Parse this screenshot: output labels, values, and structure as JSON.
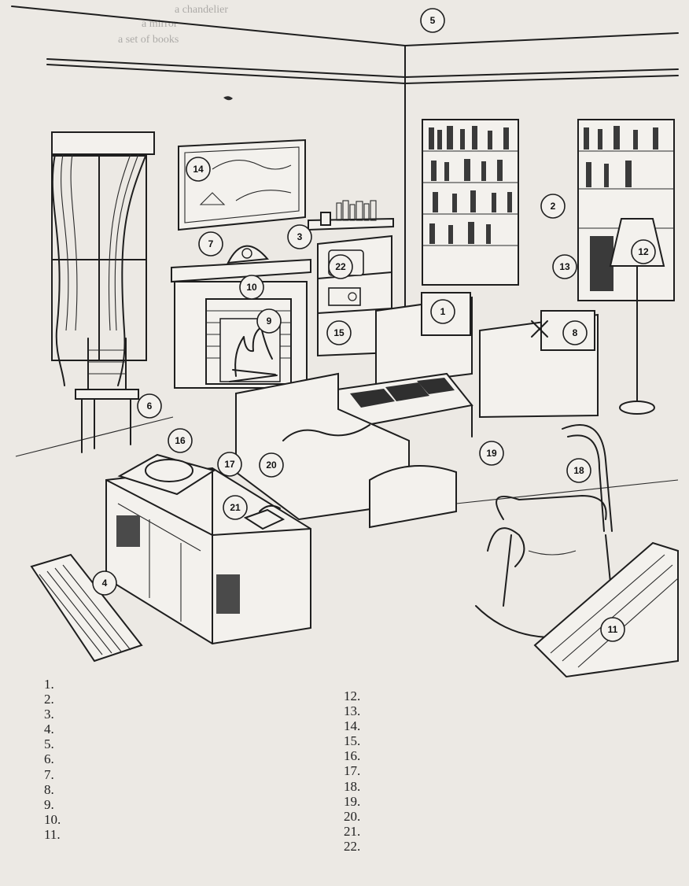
{
  "bleed_through": {
    "line_1": "a chandelier",
    "line_2": "a mirror",
    "line_3": "a set of books"
  },
  "callouts": [
    "1",
    "2",
    "3",
    "4",
    "5",
    "6",
    "7",
    "8",
    "9",
    "10",
    "11",
    "12",
    "13",
    "14",
    "15",
    "16",
    "17",
    "18",
    "19",
    "20",
    "21",
    "22"
  ],
  "answer_list": {
    "left": [
      "1.",
      "2.",
      "3.",
      "4.",
      "5.",
      "6.",
      "7.",
      "8.",
      "9.",
      "10.",
      "11."
    ],
    "right": [
      "12.",
      "13.",
      "14.",
      "15.",
      "16.",
      "17.",
      "18.",
      "19.",
      "20.",
      "21.",
      "22."
    ]
  }
}
